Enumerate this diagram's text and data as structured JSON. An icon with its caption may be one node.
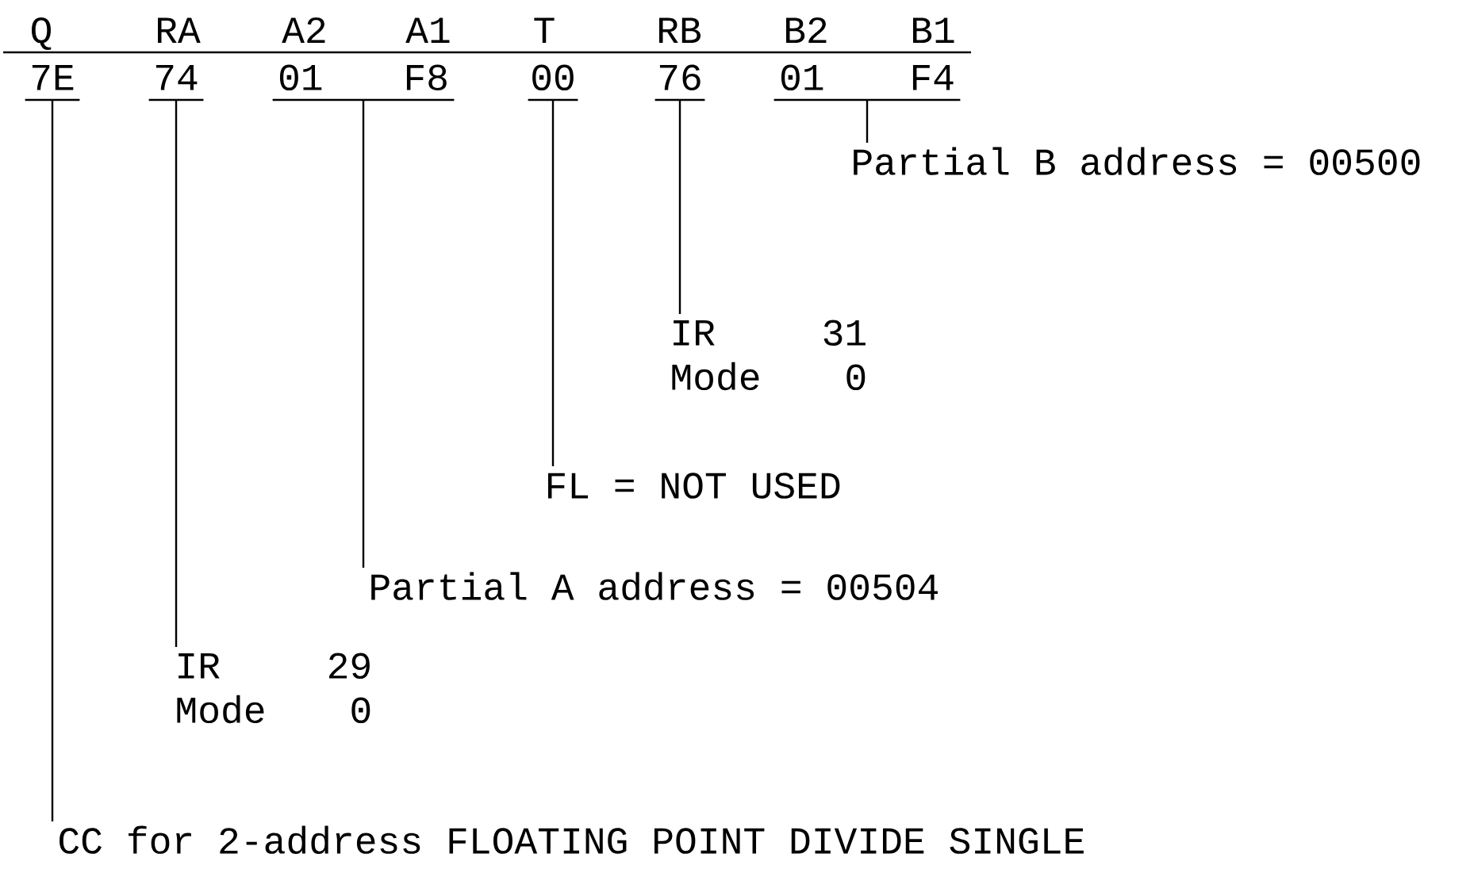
{
  "diagram": {
    "nodes": [
      {
        "text": [
          "7E"
        ]
      },
      {
        "text": [
          "74"
        ]
      },
      {
        "text": [
          "01",
          "F8"
        ]
      },
      {
        "text": [
          "00"
        ]
      },
      {
        "text": [
          "76"
        ]
      },
      {
        "text": [
          "01",
          "F4"
        ]
      },
      {
        "text": [
          "Partial B address = 00500"
        ]
      },
      {
        "text": [
          "IR",
          "31",
          "Mode",
          "0"
        ]
      },
      {
        "text": [
          "FL = NOT USED"
        ]
      },
      {
        "text": [
          "Partial A address = 00504"
        ]
      },
      {
        "text": [
          "IR",
          "29",
          "Mode",
          "0"
        ]
      },
      {
        "text": [
          "CC for 2-address FLOATING POINT DIVIDE SINGLE"
        ]
      }
    ],
    "edges": [
      {
        "from": 6,
        "to": 5,
        "arrow": "none"
      },
      {
        "from": 7,
        "to": 4,
        "arrow": "none"
      },
      {
        "from": 8,
        "to": 3,
        "arrow": "none"
      },
      {
        "from": 9,
        "to": 2,
        "arrow": "none"
      },
      {
        "from": 10,
        "to": 1,
        "arrow": "none"
      },
      {
        "from": 11,
        "to": 0,
        "arrow": "none"
      }
    ],
    "labels": [
      "Q",
      "RA",
      "A2",
      "A1",
      "T",
      "RB",
      "B2",
      "B1"
    ]
  }
}
